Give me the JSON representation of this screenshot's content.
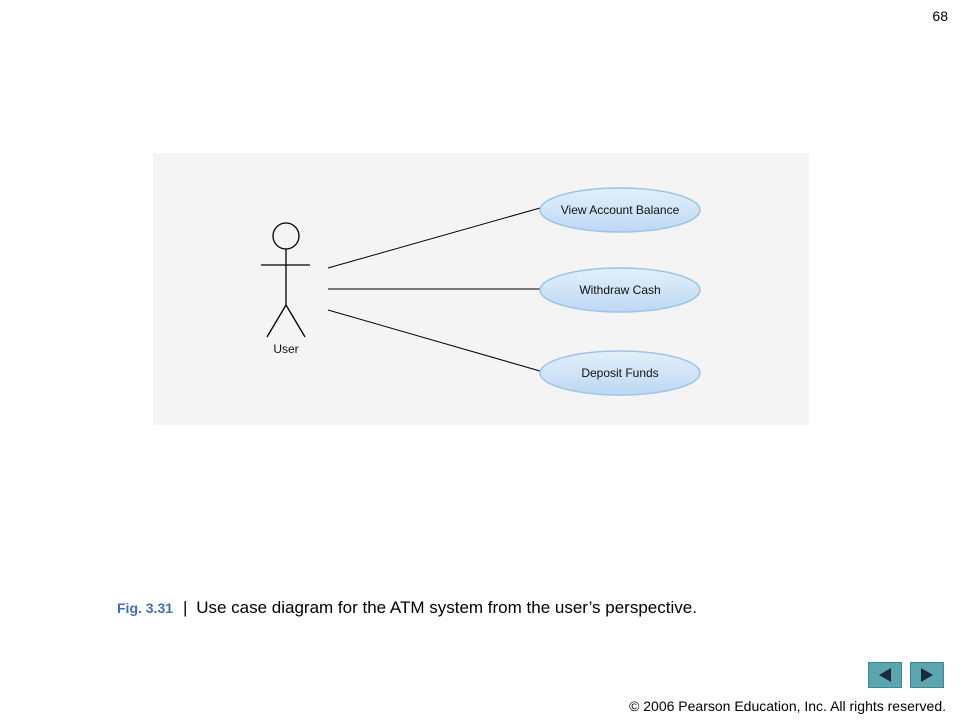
{
  "page": {
    "number": "68"
  },
  "diagram": {
    "actor": {
      "label": "User"
    },
    "use_cases": [
      {
        "label": "View Account Balance"
      },
      {
        "label": "Withdraw Cash"
      },
      {
        "label": "Deposit Funds"
      }
    ],
    "colors": {
      "ellipse_fill": "#cfe4f7",
      "ellipse_stroke": "#8fb9e0",
      "panel_bg": "#f4f4f4"
    }
  },
  "caption": {
    "figure": "Fig. 3.31",
    "separator": "|",
    "text": "Use case diagram for the ATM system from the user’s perspective."
  },
  "nav": {
    "prev_icon": "left-arrow-icon",
    "next_icon": "right-arrow-icon",
    "color": "#5ba5b0"
  },
  "footer": {
    "copyright": "© 2006 Pearson Education, Inc.  All rights reserved."
  }
}
